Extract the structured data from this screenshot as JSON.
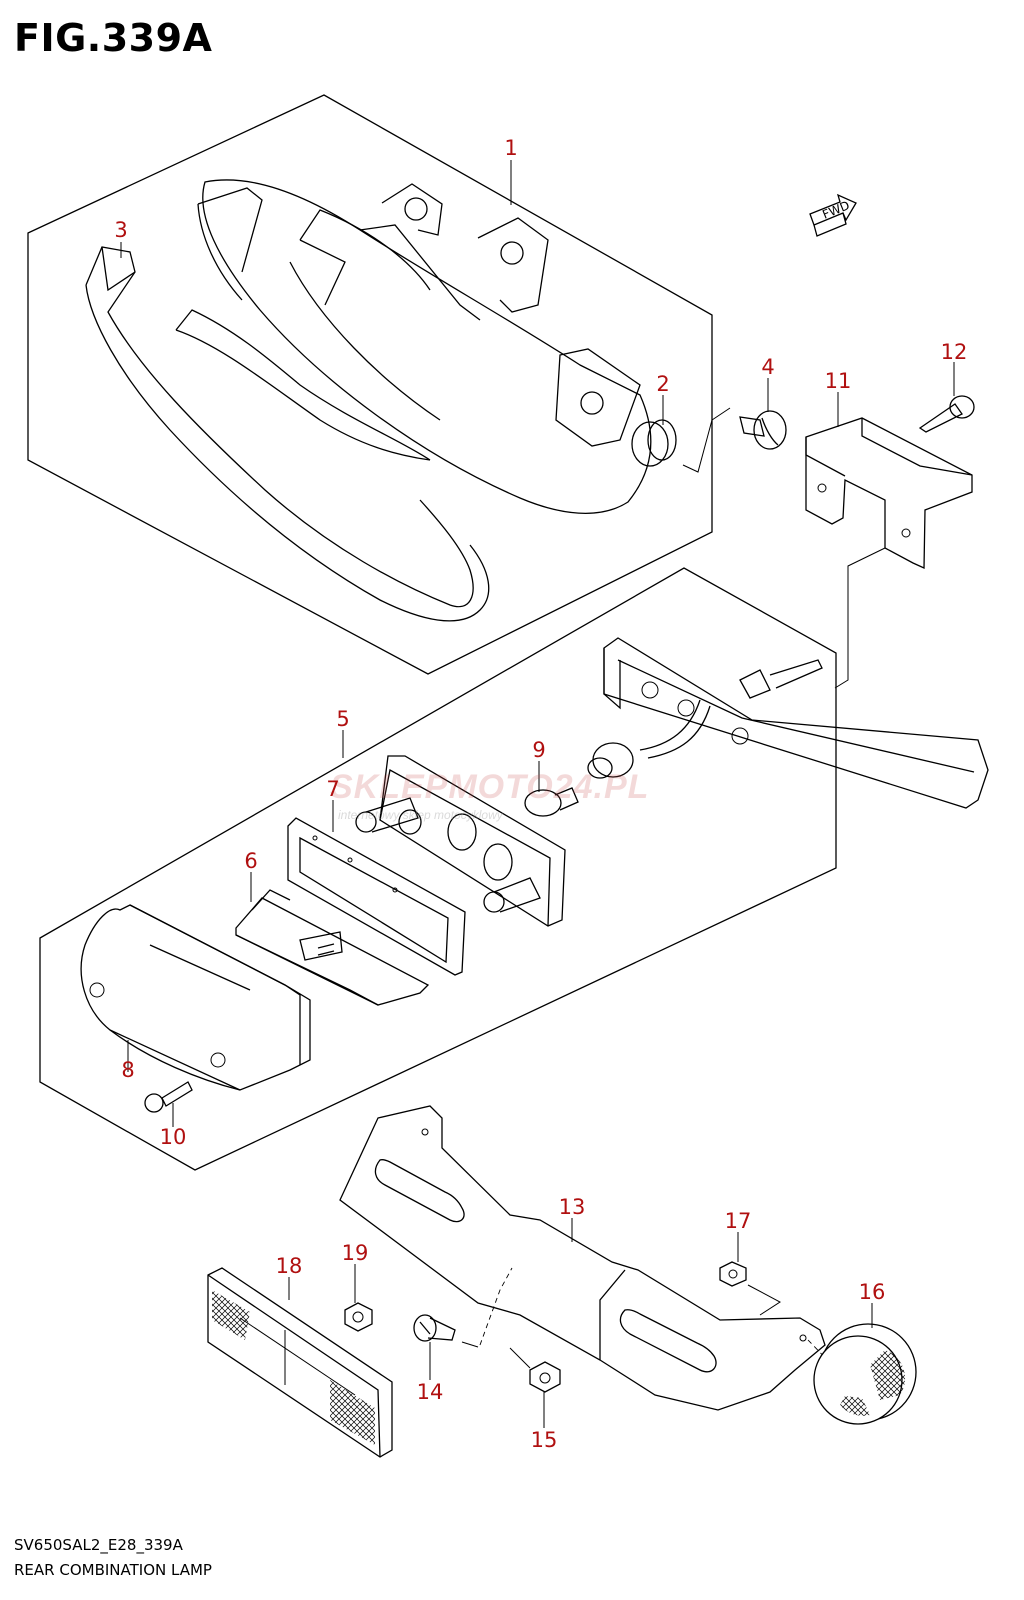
{
  "figure": {
    "title": "FIG.339A",
    "code": "SV650SAL2_E28_339A",
    "caption": "REAR COMBINATION LAMP",
    "direction_marker": "FWD"
  },
  "watermark": {
    "text": "SKLEPMOTO24.PL",
    "subtext": "internetowy sklep motocyklowy"
  },
  "callouts": [
    "1",
    "2",
    "3",
    "4",
    "5",
    "6",
    "7",
    "8",
    "9",
    "10",
    "11",
    "12",
    "13",
    "14",
    "15",
    "16",
    "17",
    "18",
    "19"
  ],
  "colors": {
    "callout": "#b01010",
    "line": "#000000"
  }
}
